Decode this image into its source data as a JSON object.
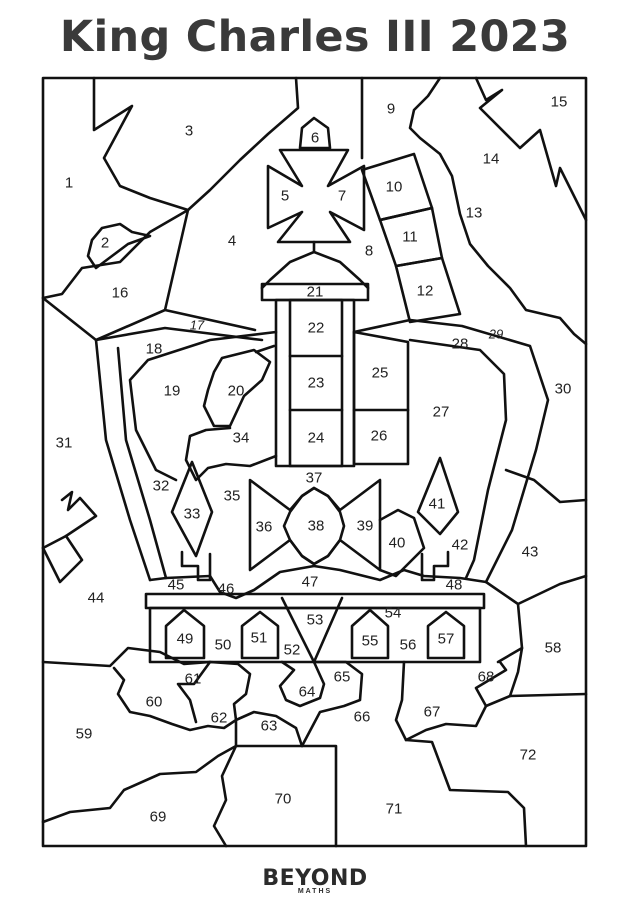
{
  "title": "King Charles III 2023",
  "logo": {
    "main": "BEYOND",
    "sub": "MATHS"
  },
  "region_numbers": [
    "1",
    "2",
    "3",
    "4",
    "5",
    "6",
    "7",
    "8",
    "9",
    "10",
    "11",
    "12",
    "13",
    "14",
    "15",
    "16",
    "17",
    "18",
    "19",
    "20",
    "21",
    "22",
    "23",
    "24",
    "25",
    "26",
    "27",
    "28",
    "29",
    "30",
    "31",
    "32",
    "33",
    "34",
    "35",
    "36",
    "37",
    "38",
    "39",
    "40",
    "41",
    "42",
    "43",
    "44",
    "45",
    "46",
    "47",
    "48",
    "49",
    "50",
    "51",
    "52",
    "53",
    "54",
    "55",
    "56",
    "57",
    "58",
    "59",
    "60",
    "61",
    "62",
    "63",
    "64",
    "65",
    "66",
    "67",
    "68",
    "69",
    "70",
    "71",
    "72"
  ]
}
